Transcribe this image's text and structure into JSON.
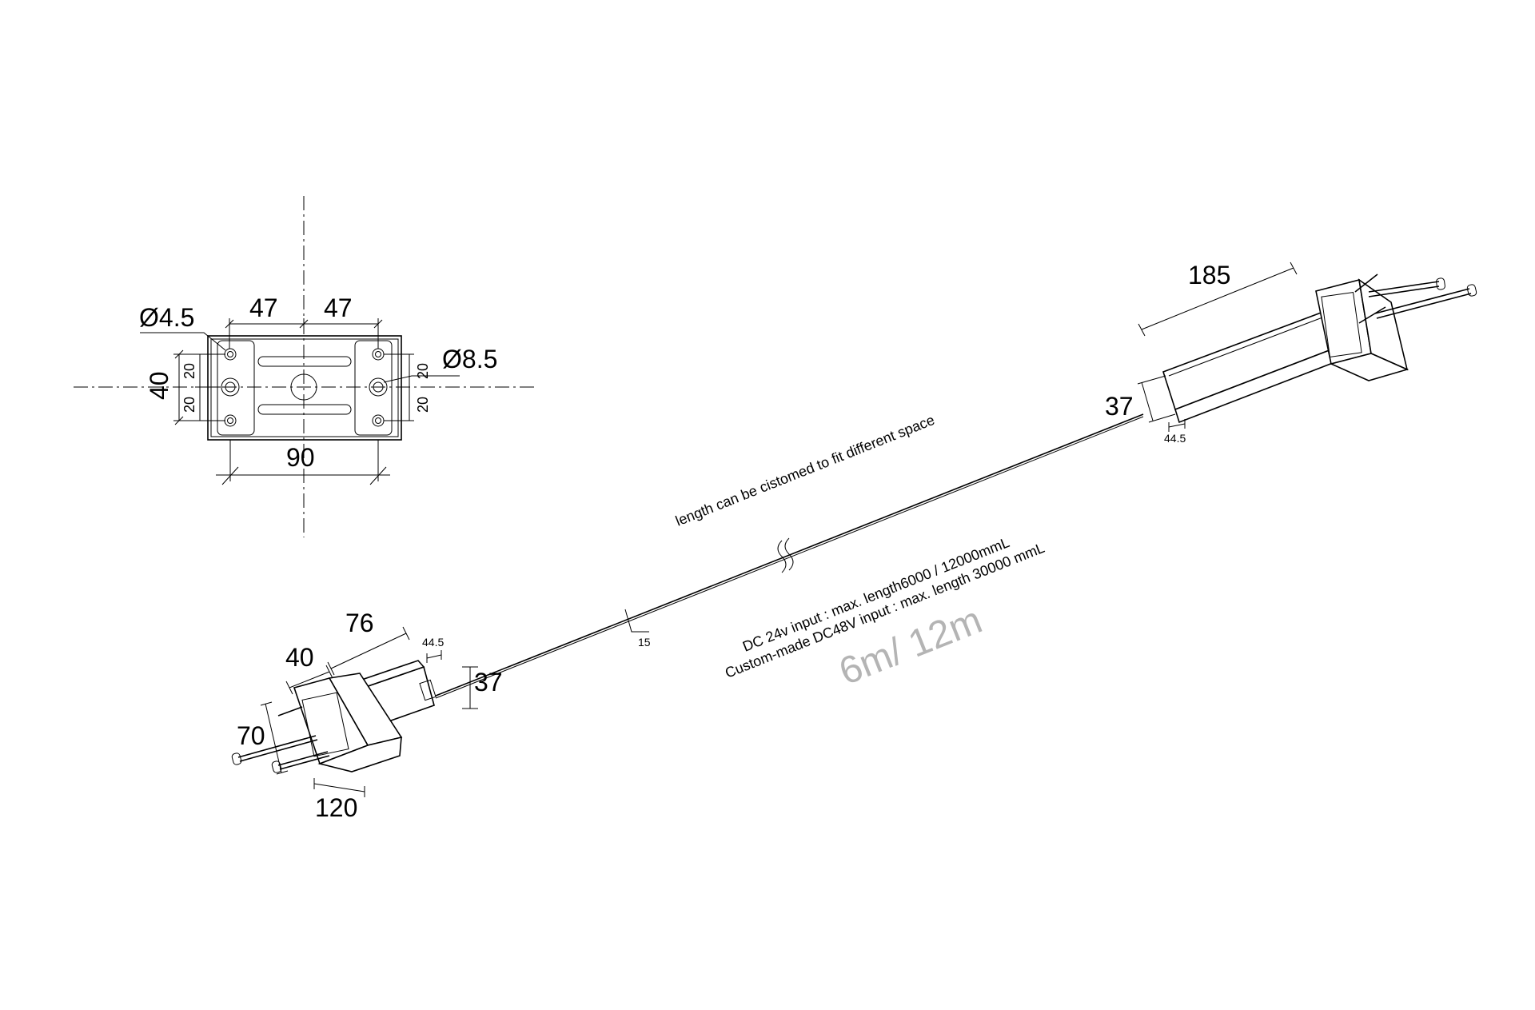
{
  "plate": {
    "dims": {
      "top_left": "47",
      "top_right": "47",
      "hole_small": "Ø4.5",
      "hole_large": "Ø8.5",
      "height": "40",
      "left_upper": "20",
      "left_lower": "20",
      "right_upper": "20",
      "right_lower": "20",
      "bottom": "90"
    }
  },
  "right_unit": {
    "dims": {
      "length": "185",
      "height": "37",
      "depth": "44.5"
    }
  },
  "left_unit": {
    "dims": {
      "length": "76",
      "width": "40",
      "depth": "44.5",
      "height": "37",
      "side": "70",
      "bottom": "120"
    }
  },
  "cable": {
    "note": "length can be cistomed to fit different space",
    "diameter": "15",
    "spec_line1": "DC 24v input : max. length6000 / 12000mmL",
    "spec_line2": "Custom-made DC48V input : max. length 30000 mmL",
    "length_label": "6m/ 12m"
  }
}
